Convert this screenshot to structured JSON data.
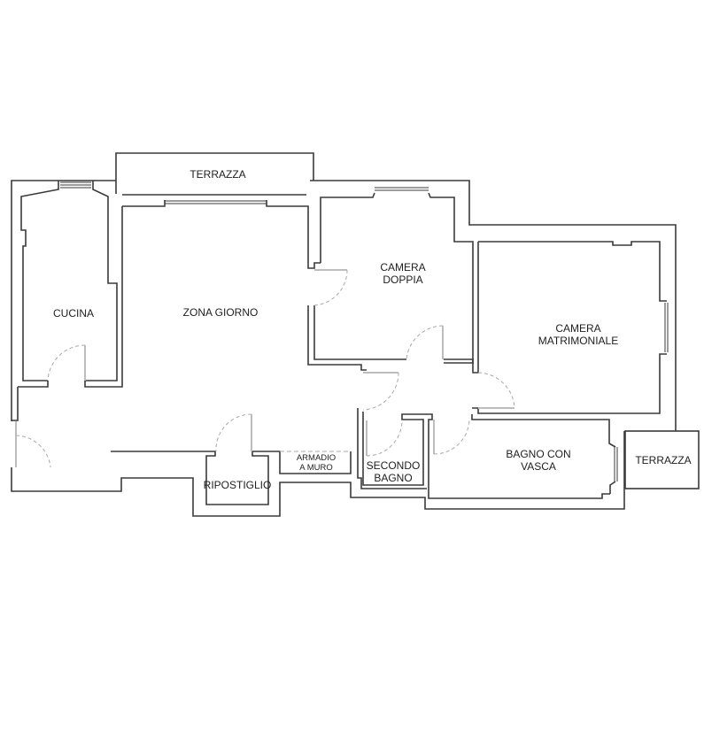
{
  "plan": {
    "type": "floor-plan",
    "colors": {
      "wall": "#3a3a3a",
      "door": "#bdbdbd",
      "background": "#ffffff"
    },
    "rooms": [
      {
        "id": "terrazza-nord",
        "label": "TERRAZZA"
      },
      {
        "id": "cucina",
        "label": "CUCINA"
      },
      {
        "id": "zona-giorno",
        "label": "ZONA GIORNO"
      },
      {
        "id": "camera-doppia",
        "label": "CAMERA\nDOPPIA"
      },
      {
        "id": "camera-matrimoniale",
        "label": "CAMERA\nMATRIMONIALE"
      },
      {
        "id": "ripostiglio",
        "label": "RIPOSTIGLIO"
      },
      {
        "id": "armadio-a-muro",
        "label": "ARMADIO\nA MURO"
      },
      {
        "id": "secondo-bagno",
        "label": "SECONDO\nBAGNO"
      },
      {
        "id": "bagno-con-vasca",
        "label": "BAGNO CON\nVASCA"
      },
      {
        "id": "terrazza-est",
        "label": "TERRAZZA"
      }
    ]
  }
}
